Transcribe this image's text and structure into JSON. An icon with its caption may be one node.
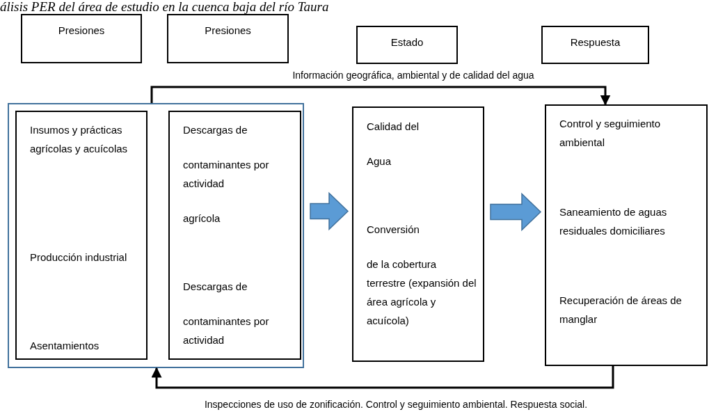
{
  "diagram": {
    "title": "álisis PER del área de estudio en la cuenca baja del río Taura",
    "nodes": [
      {
        "text": [
          "Presiones"
        ]
      },
      {
        "text": [
          "Presiones"
        ]
      },
      {
        "text": [
          "Estado"
        ]
      },
      {
        "text": [
          "Respuesta"
        ]
      },
      {
        "text": [],
        "shape": "box"
      },
      {
        "text": [
          "Insumos y prácticas agrícolas y acuícolas",
          "Producción industrial",
          "Asentamientos"
        ],
        "in": 4
      },
      {
        "text": [
          "Descargas de",
          "contaminantes por actividad",
          "agrícola",
          "Descargas de",
          "contaminantes por actividad"
        ],
        "in": 4
      },
      {
        "text": [
          "Calidad del",
          "Agua",
          "Conversión",
          "de la cobertura terrestre (expansión del área agrícola y acuícola)"
        ]
      },
      {
        "text": [
          "Control y seguimiento ambiental",
          "Saneamiento de aguas residuales domiciliares",
          "Recuperación de áreas de manglar"
        ]
      }
    ],
    "edges": [
      {
        "from": 4,
        "to": 8,
        "arrow": "to",
        "label": "Información geográfica, ambiental y de calidad del agua"
      },
      {
        "from": 4,
        "to": 7,
        "arrow": "to",
        "style": "thick",
        "color": "#5b9bd5"
      },
      {
        "from": 7,
        "to": 8,
        "arrow": "to",
        "style": "thick",
        "color": "#5b9bd5"
      },
      {
        "from": 8,
        "to": 4,
        "arrow": "to",
        "label": "Inspecciones de uso de zonificación. Control y seguimiento ambiental. Respuesta social."
      }
    ]
  }
}
